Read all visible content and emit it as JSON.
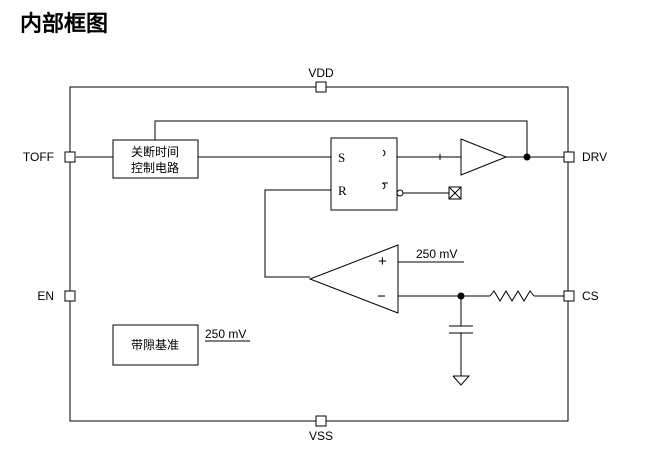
{
  "title": "内部框图",
  "pins": {
    "vdd": "VDD",
    "vss": "VSS",
    "toff": "TOFF",
    "en": "EN",
    "drv": "DRV",
    "cs": "CS"
  },
  "blocks": {
    "toff_control_line1": "关断时间",
    "toff_control_line2": "控制电路",
    "latch_s": "S",
    "latch_r": "R",
    "bandgap": "带隙基准"
  },
  "comparator": {
    "plus": "+",
    "minus": "−"
  },
  "refs": {
    "comparator_ref": "250 mV",
    "bandgap_ref": "250 mV"
  }
}
